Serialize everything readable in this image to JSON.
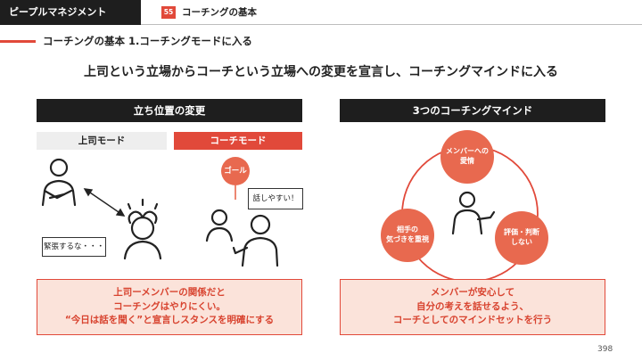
{
  "header": {
    "category": "ピープルマネジメント",
    "page_badge": "55",
    "chapter": "コーチングの基本"
  },
  "section_title": "コーチングの基本 1.コーチングモードに入る",
  "headline": "上司という立場からコーチという立場への変更を宣言し、コーチングマインドに入る",
  "left_panel": {
    "title": "立ち位置の変更",
    "boss_mode": "上司モード",
    "coach_mode": "コーチモード",
    "nervous_bubble": "緊張するな・・・",
    "goal_label": "ゴール",
    "easy_bubble": "話しやすい！",
    "callout": [
      "上司ーメンバーの関係だと",
      "コーチングはやりにくい。",
      "“今日は話を聞く”と宣言しスタンスを明確にする"
    ]
  },
  "right_panel": {
    "title": "3つのコーチングマインド",
    "minds": [
      "メンバーへの\n愛情",
      "相手の\n気づきを重視",
      "評価・判断\nしない"
    ],
    "callout": [
      "メンバーが安心して",
      "自分の考えを話せるよう、",
      "コーチとしてのマインドセットを行う"
    ]
  },
  "colors": {
    "accent": "#e1493a",
    "node": "#e8694f",
    "dark": "#1e1e1e",
    "callout_bg": "#fbe3da"
  },
  "page_number": "398"
}
